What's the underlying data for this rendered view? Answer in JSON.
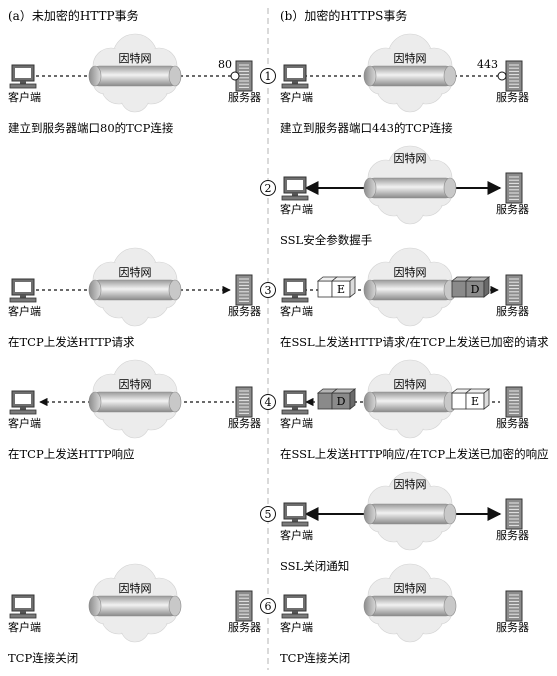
{
  "left_heading": "(a）未加密的HTTP事务",
  "right_heading": "(b）加密的HTTPS事务",
  "internet_label": "因特网",
  "client_label": "客户端",
  "server_label": "服务器",
  "port_http": "80",
  "port_https": "443",
  "encrypted_marker": "E",
  "decrypted_marker": "D",
  "rows": [
    {
      "num": "1",
      "left_caption": "建立到服务器端口80的TCP连接",
      "right_caption": "建立到服务器端口443的TCP连接"
    },
    {
      "num": "2",
      "left_caption": "",
      "right_caption": "SSL安全参数握手"
    },
    {
      "num": "3",
      "left_caption": "在TCP上发送HTTP请求",
      "right_caption": "在SSL上发送HTTP请求/在TCP上发送已加密的请求"
    },
    {
      "num": "4",
      "left_caption": "在TCP上发送HTTP响应",
      "right_caption": "在SSL上发送HTTP响应/在TCP上发送已加密的响应"
    },
    {
      "num": "5",
      "left_caption": "",
      "right_caption": "SSL关闭通知"
    },
    {
      "num": "6",
      "left_caption": "TCP连接关闭",
      "right_caption": "TCP连接关闭"
    }
  ]
}
